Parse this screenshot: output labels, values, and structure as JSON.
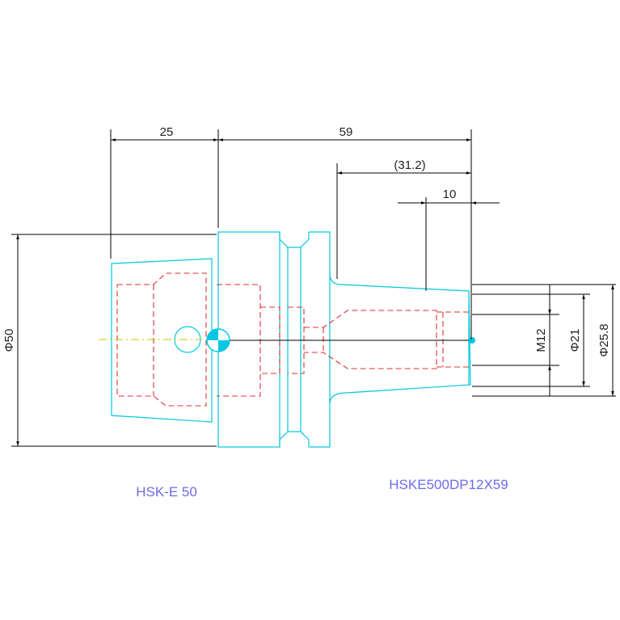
{
  "dimensions": {
    "len_25": "25",
    "len_59": "59",
    "len_31_2": "(31.2)",
    "len_10": "10",
    "dia_50": "Φ50",
    "thread_m12": "M12",
    "dia_21": "Φ21",
    "dia_25_8": "Φ25.8"
  },
  "labels": {
    "interface": "HSK-E 50",
    "part_number": "HSKE500DP12X59"
  },
  "colors": {
    "outline": "#00c8e0",
    "hidden": "#e03030",
    "centerline": "#c8c800",
    "dimension": "#000000",
    "label": "#6b6be8"
  }
}
